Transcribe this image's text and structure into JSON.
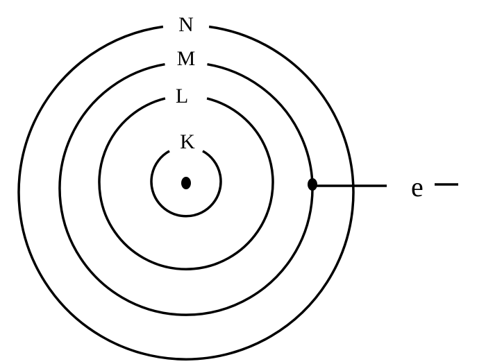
{
  "shells": [
    {
      "id": "k",
      "label": "K"
    },
    {
      "id": "l",
      "label": "L"
    },
    {
      "id": "m",
      "label": "M"
    },
    {
      "id": "n",
      "label": "N"
    }
  ],
  "electron": {
    "label": "e",
    "charge_symbol": "−"
  },
  "colors": {
    "stroke": "#000000",
    "background": "#ffffff"
  }
}
